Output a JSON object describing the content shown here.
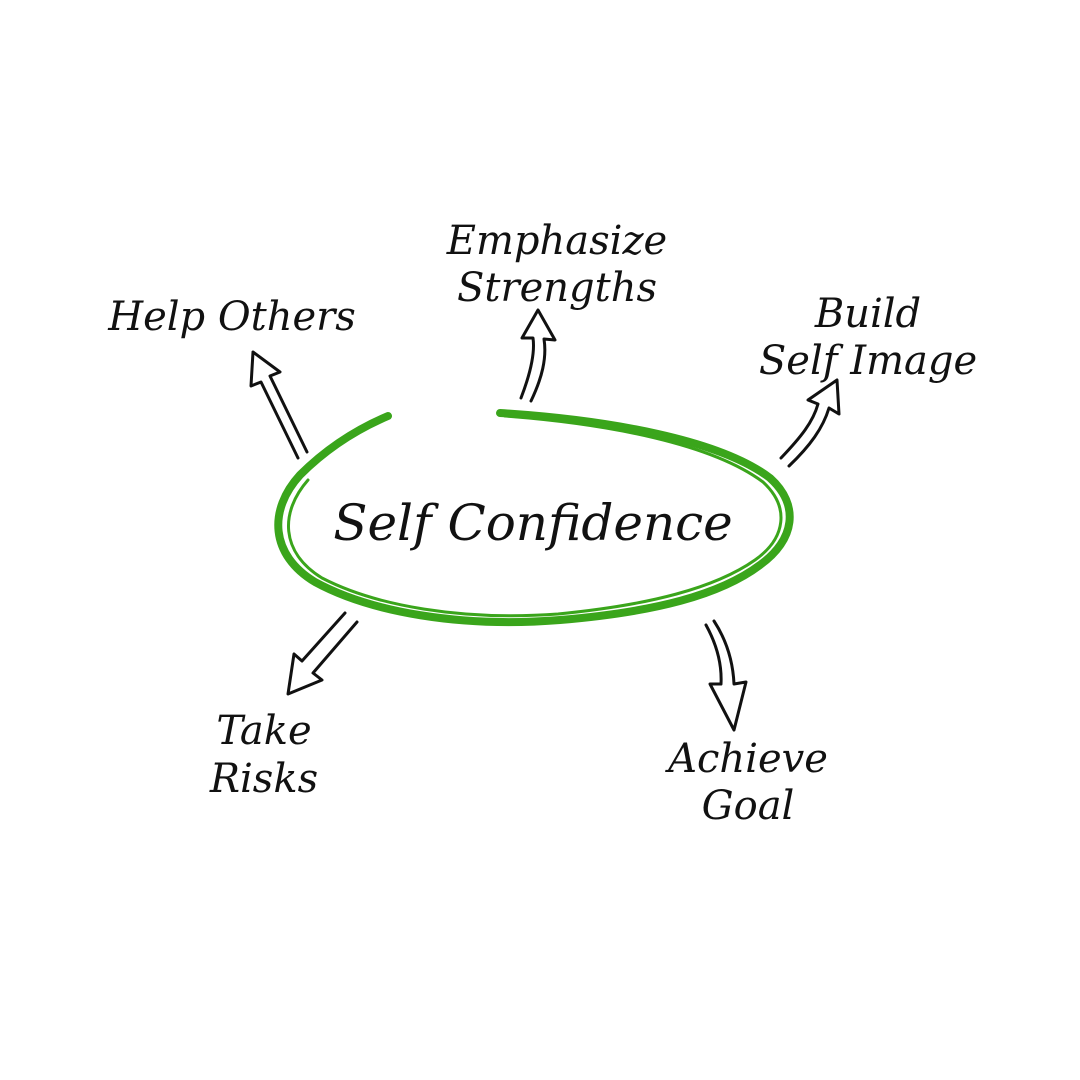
{
  "center": {
    "label": "Self Confidence",
    "ring_color": "#3aa51b"
  },
  "branches": [
    {
      "id": "help-others",
      "lines": [
        "Help Others"
      ]
    },
    {
      "id": "emphasize-strengths",
      "lines": [
        "Emphasize",
        "Strengths"
      ]
    },
    {
      "id": "build-self-image",
      "lines": [
        "Build",
        "Self Image"
      ]
    },
    {
      "id": "take-risks",
      "lines": [
        "Take",
        "Risks"
      ]
    },
    {
      "id": "achieve-goal",
      "lines": [
        "Achieve",
        "Goal"
      ]
    }
  ]
}
